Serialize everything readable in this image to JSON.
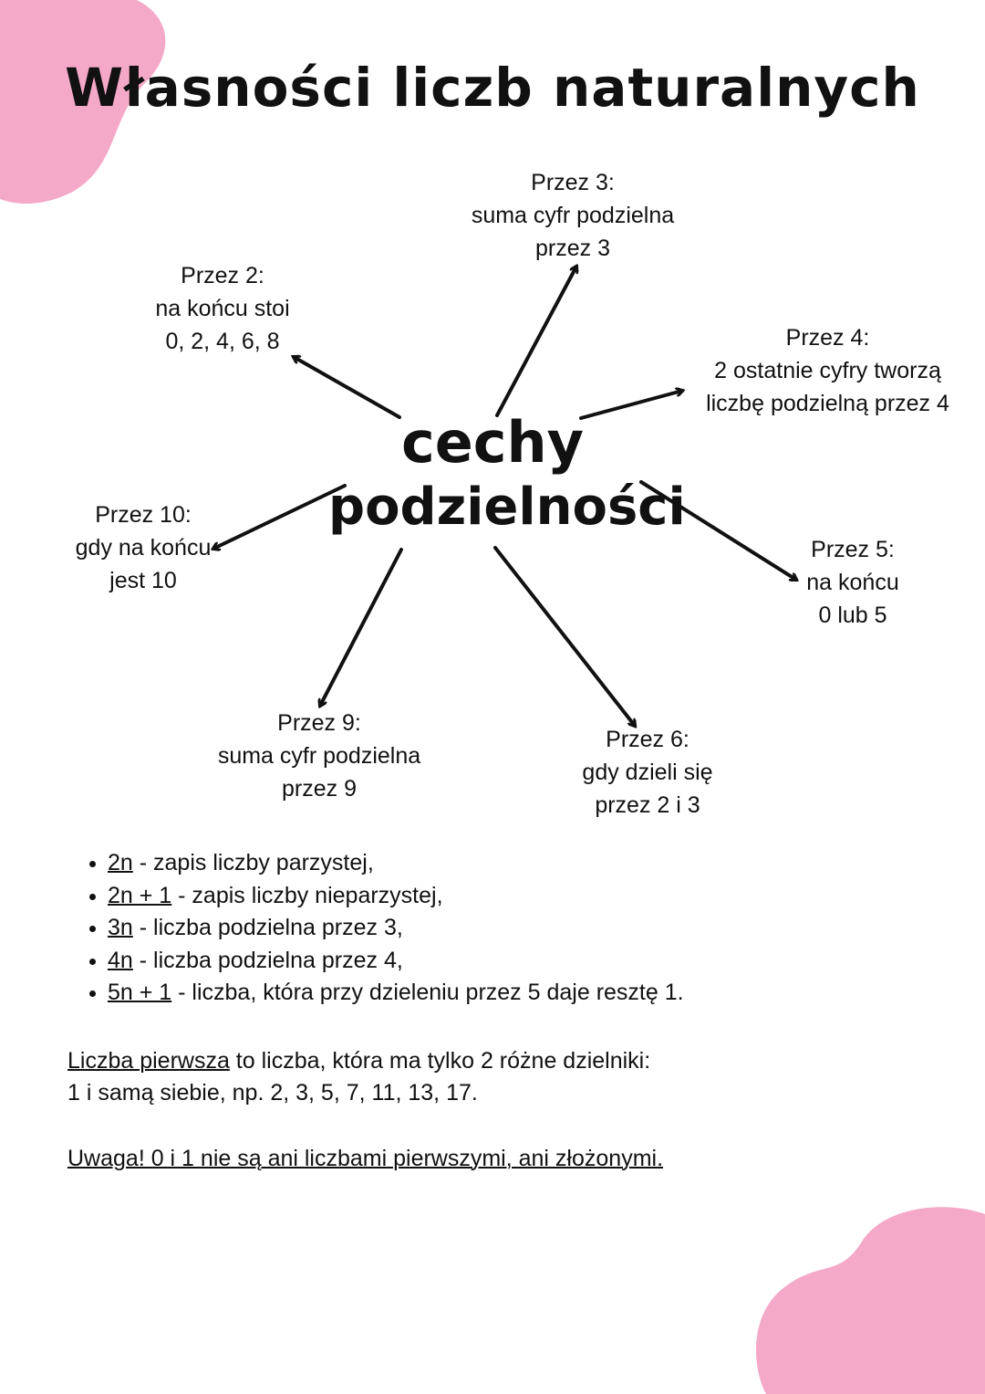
{
  "title": "Własności liczb naturalnych",
  "center": {
    "line1": "cechy",
    "line2": "podzielności"
  },
  "nodes": {
    "by3": {
      "heading": "Przez 3:",
      "line1": "suma cyfr podzielna",
      "line2": "przez 3"
    },
    "by2": {
      "heading": "Przez 2:",
      "line1": "na końcu stoi",
      "line2": "0, 2, 4, 6, 8"
    },
    "by4": {
      "heading": "Przez 4:",
      "line1": "2 ostatnie cyfry tworzą",
      "line2": "liczbę podzielną przez 4"
    },
    "by10": {
      "heading": "Przez 10:",
      "line1": "gdy na końcu",
      "line2": "jest 10"
    },
    "by5": {
      "heading": "Przez 5:",
      "line1": "na końcu",
      "line2": "0 lub 5"
    },
    "by9": {
      "heading": "Przez 9:",
      "line1": "suma cyfr podzielna",
      "line2": "przez 9"
    },
    "by6": {
      "heading": "Przez 6:",
      "line1": "gdy dzieli się",
      "line2": "przez 2 i 3"
    }
  },
  "bullets": [
    {
      "term": "2n",
      "text": " - zapis liczby parzystej,"
    },
    {
      "term": "2n + 1",
      "text": " - zapis liczby nieparzystej,"
    },
    {
      "term": "3n",
      "text": " - liczba podzielna przez 3,"
    },
    {
      "term": "4n",
      "text": " - liczba podzielna przez 4,"
    },
    {
      "term": "5n + 1",
      "text": " - liczba, która przy dzieleniu przez 5 daje resztę 1."
    }
  ],
  "prime": {
    "term": "Liczba pierwsza",
    "text": " to liczba, która ma tylko 2 różne dzielniki:",
    "line2": "1 i samą siebie, np. 2, 3, 5, 7, 11, 13, 17."
  },
  "note": "Uwaga! 0 i 1 nie są ani liczbami pierwszymi, ani złożonymi.",
  "colors": {
    "blob": "#f5a9c8",
    "ink": "#111111"
  }
}
